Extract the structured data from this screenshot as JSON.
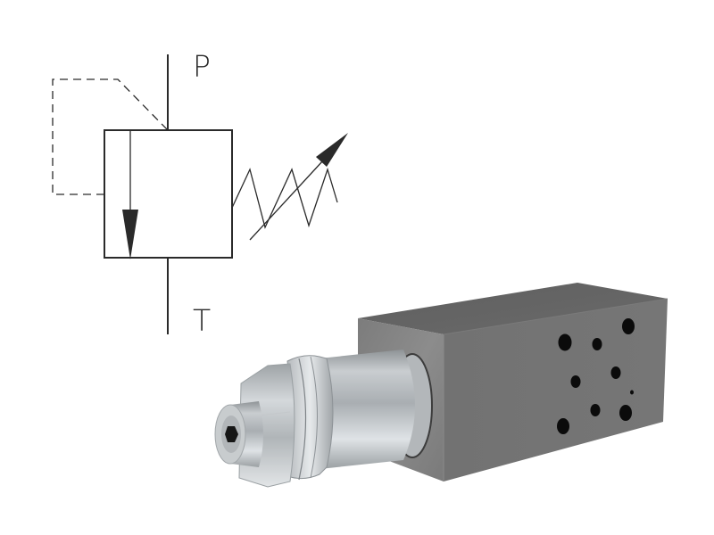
{
  "symbol": {
    "title": "Pressure relief valve hydraulic symbol",
    "ports": {
      "top": "P",
      "bottom": "T"
    },
    "elements": [
      "valve-box",
      "flow-arrow",
      "pilot-line-dashed",
      "adjustable-spring"
    ],
    "stroke_color": "#2a2a2a"
  },
  "product": {
    "title": "Modular pressure relief valve (sandwich plate)",
    "body_color": "#6e6e6e",
    "cartridge_color": "#b9bec2",
    "port_holes": 9
  }
}
